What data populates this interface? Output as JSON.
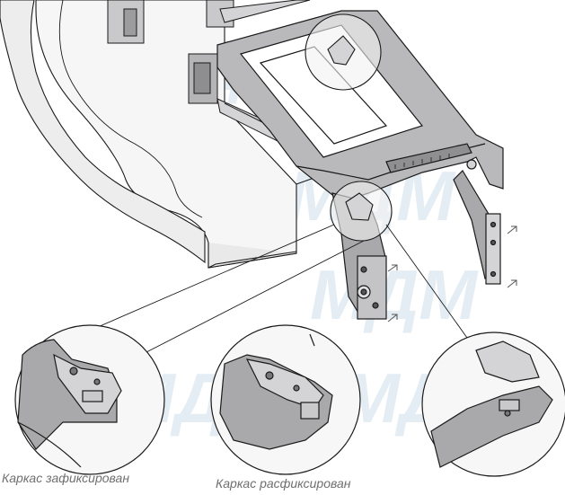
{
  "captions": {
    "locked": "Каркас зафиксирован",
    "unlocked": "Каркас расфиксирован"
  },
  "watermark": {
    "text": "МДМ",
    "color": "#cfe0ea"
  },
  "colors": {
    "line": "#1a1a1a",
    "metal": "#a9a9ab",
    "metal_light": "#d4d4d6",
    "cabinet": "#f6f6f6",
    "caption": "#6f6f6f"
  }
}
